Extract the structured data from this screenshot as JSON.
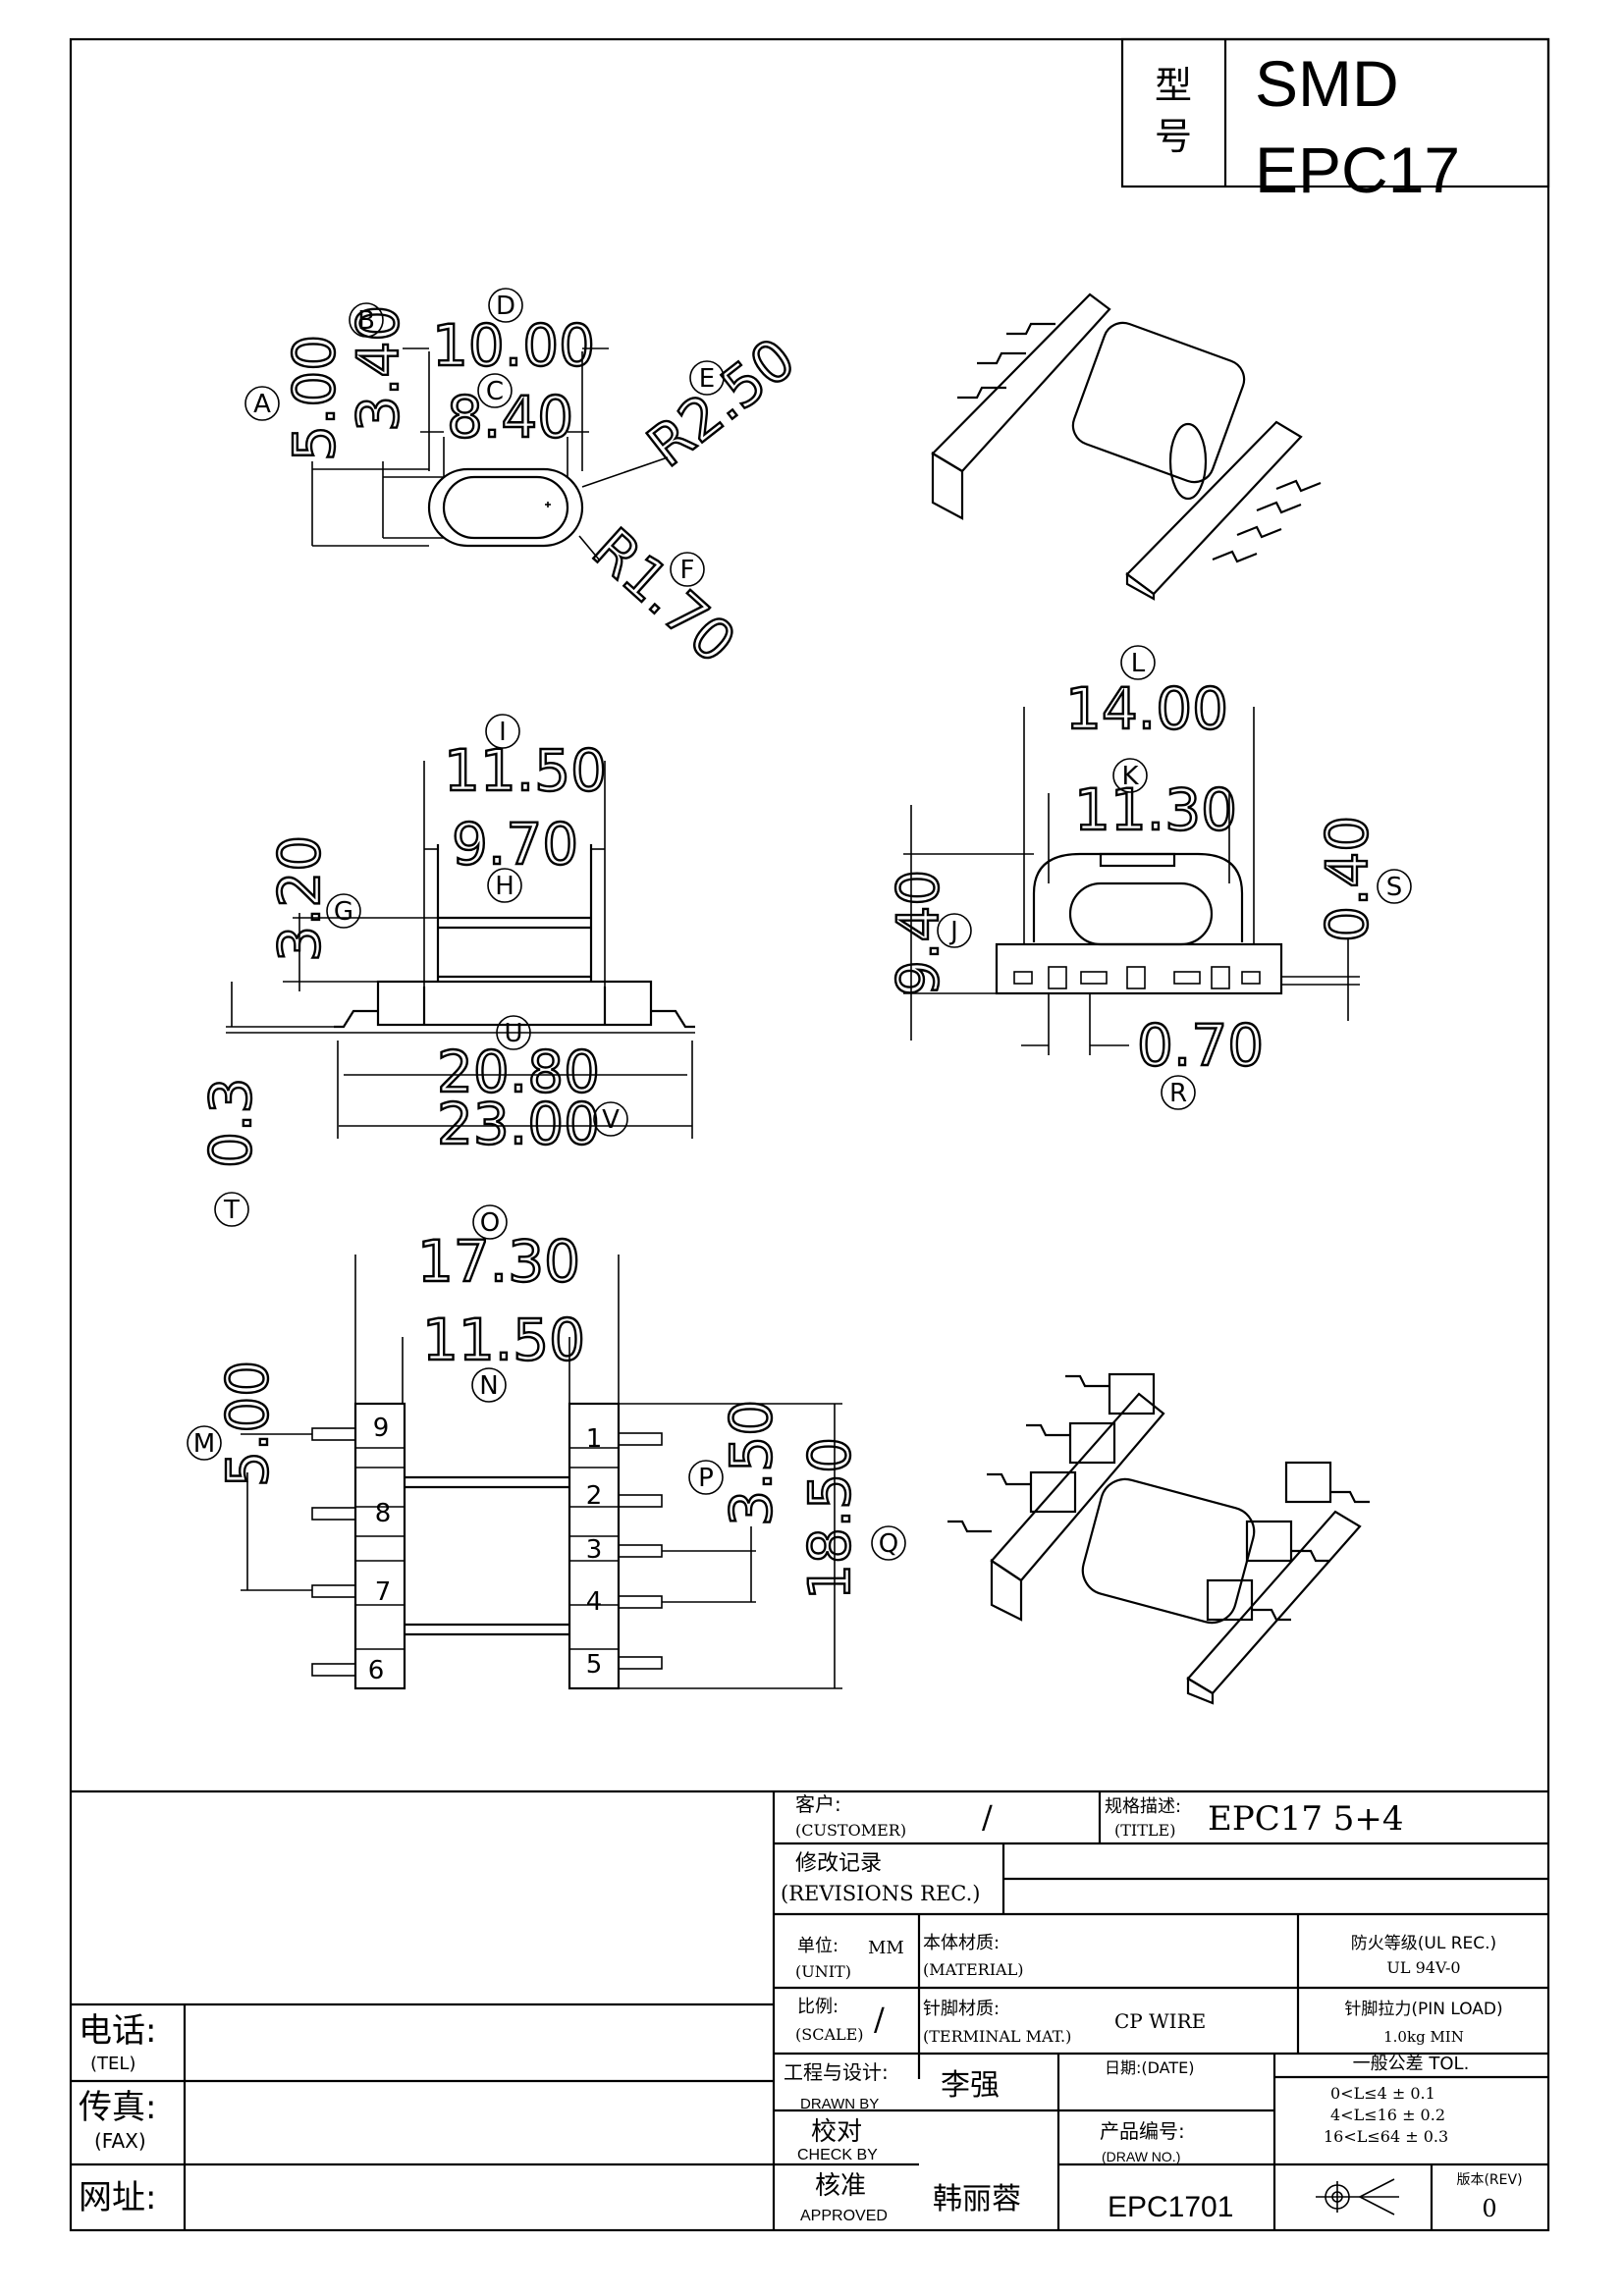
{
  "header": {
    "model_label": "型号",
    "model_line1": "SMD",
    "model_line2": "EPC17"
  },
  "dims": {
    "A": "5.00",
    "B": "3.40",
    "C": "8.40",
    "D": "10.00",
    "E": "R2.50",
    "F": "R1.70",
    "G": "3.20",
    "H": "9.70",
    "I": "11.50",
    "J": "9.40",
    "K": "11.30",
    "L": "14.00",
    "M": "5.00",
    "N": "11.50",
    "O": "17.30",
    "P": "3.50",
    "Q": "18.50",
    "R": "0.70",
    "S": "0.40",
    "T": "0.3",
    "U": "20.80",
    "V": "23.00"
  },
  "bubbles": [
    "A",
    "B",
    "C",
    "D",
    "E",
    "F",
    "G",
    "H",
    "I",
    "J",
    "K",
    "L",
    "M",
    "N",
    "O",
    "P",
    "Q",
    "R",
    "S",
    "T",
    "U",
    "V"
  ],
  "pins": [
    "1",
    "2",
    "3",
    "4",
    "5",
    "6",
    "7",
    "8",
    "9"
  ],
  "titleblock": {
    "customer_cn": "客户:",
    "customer_en": "(CUSTOMER)",
    "customer_val": "/",
    "title_cn": "规格描述:",
    "title_en": "(TITLE)",
    "title_val": "EPC17  5+4",
    "rev_cn": "修改记录",
    "rev_en": "(REVISIONS REC.)",
    "unit_cn": "单位:",
    "unit_val": "MM",
    "unit_en": "(UNIT)",
    "material_cn": "本体材质:",
    "material_en": "(MATERIAL)",
    "ul_cn": "防火等级(UL REC.)",
    "ul_val": "UL 94V-0",
    "scale_cn": "比例:",
    "scale_val": "/",
    "scale_en": "(SCALE)",
    "terminal_cn": "针脚材质:",
    "terminal_en": "(TERMINAL MAT.)",
    "terminal_val": "CP WIRE",
    "pinload_cn": "针脚拉力(PIN LOAD)",
    "pinload_val": "1.0kg MIN",
    "drawn_cn": "工程与设计:",
    "drawn_en": "DRAWN BY",
    "drawn_val": "李强",
    "date_cn": "日期:(DATE)",
    "tol_cn": "一般公差 TOL.",
    "tol1": "0<L≤4    ± 0.1",
    "tol2": "4<L≤16   ± 0.2",
    "tol3": "16<L≤64   ± 0.3",
    "check_cn": "校对",
    "check_en": "CHECK BY",
    "drawno_cn": "产品编号:",
    "drawno_en": "(DRAW NO.)",
    "drawno_val": "EPC1701",
    "approved_cn": "核准",
    "approved_en": "APPROVED",
    "approved_val": "韩丽蓉",
    "rev_label": "版本(REV)",
    "rev_val": "0",
    "tel_cn": "电话:",
    "tel_en": "(TEL)",
    "fax_cn": "传真:",
    "fax_en": "(FAX)",
    "web_cn": "网址:"
  }
}
